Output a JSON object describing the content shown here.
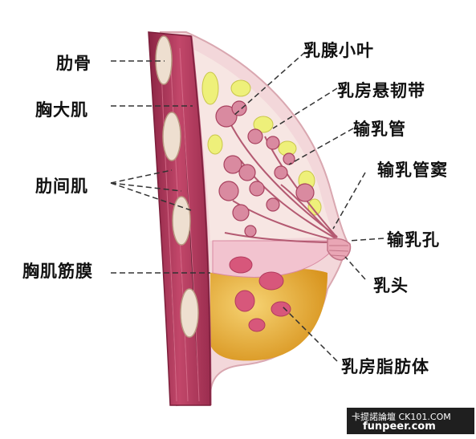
{
  "labels": {
    "rib": "肋骨",
    "pectoralis_major": "胸大肌",
    "intercostal": "肋间肌",
    "pectoral_fascia": "胸肌筋膜",
    "lobule": "乳腺小叶",
    "suspensory_ligament": "乳房悬韧带",
    "duct": "输乳管",
    "duct_sinus": "输乳管窦",
    "duct_pore": "输乳孔",
    "nipple": "乳头",
    "fat": "乳房脂肪体"
  },
  "watermark": {
    "line1": "卡提諾論壇 CK101.COM",
    "line2": "funpeer.com"
  },
  "colors": {
    "muscle": "#b33a5c",
    "rib": "#eedfd0",
    "fat": "#e6b23a",
    "gland": "#d86a88",
    "skin": "#f3d2d6",
    "ligament": "#eef07a"
  }
}
